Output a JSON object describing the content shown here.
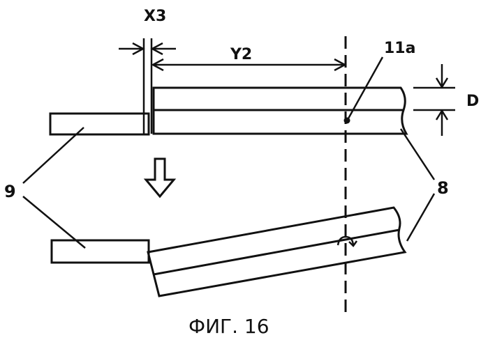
{
  "labels": {
    "x3": "X3",
    "y2": "Y2",
    "ref_11a": "11a",
    "d": "D",
    "ref_9": "9",
    "ref_8": "8"
  },
  "caption": "ФИГ. 16"
}
